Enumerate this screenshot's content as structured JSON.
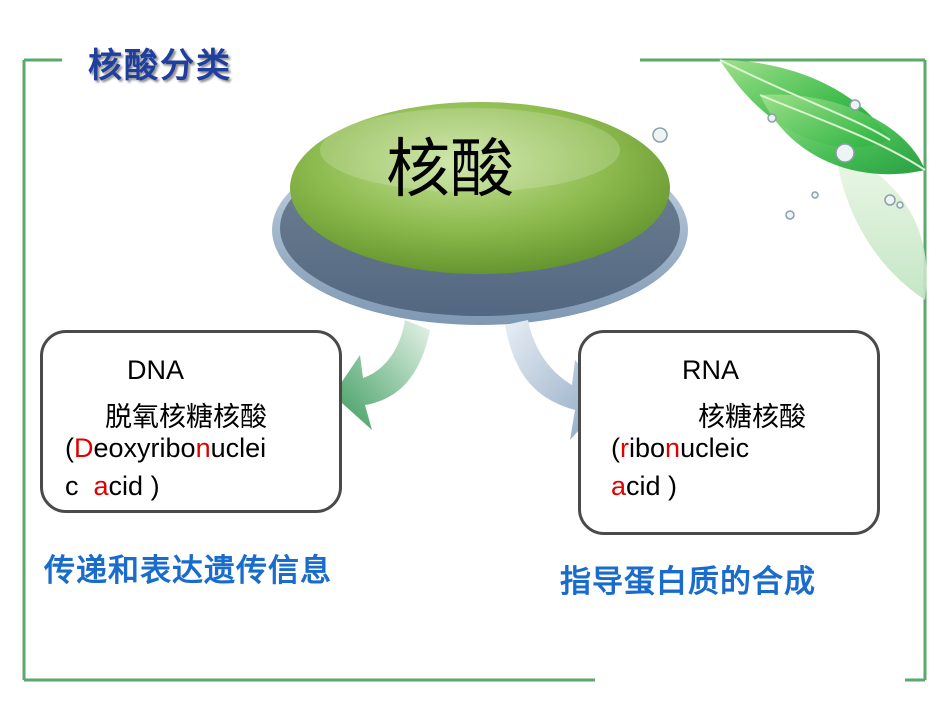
{
  "title": "核酸分类",
  "center": {
    "label": "核酸"
  },
  "dna": {
    "abbr": "DNA",
    "cn_name": "脱氧核糖核酸",
    "en_parts": [
      {
        "t": "(",
        "hl": false
      },
      {
        "t": "D",
        "hl": true
      },
      {
        "t": "eoxyribo",
        "hl": false
      },
      {
        "t": "n",
        "hl": true
      },
      {
        "t": "uclei",
        "hl": false
      }
    ],
    "en_parts2": [
      {
        "t": "c  ",
        "hl": false
      },
      {
        "t": "a",
        "hl": true
      },
      {
        "t": "cid )",
        "hl": false
      }
    ],
    "function": "传递和表达遗传信息"
  },
  "rna": {
    "abbr": "RNA",
    "cn_name": "核糖核酸",
    "en_parts": [
      {
        "t": "(",
        "hl": false
      },
      {
        "t": "r",
        "hl": true
      },
      {
        "t": "ibo",
        "hl": false
      },
      {
        "t": "n",
        "hl": true
      },
      {
        "t": "ucleic",
        "hl": false
      }
    ],
    "en_parts2": [
      {
        "t": "a",
        "hl": true
      },
      {
        "t": "cid )",
        "hl": false
      }
    ],
    "function": "指导蛋白质的合成"
  },
  "colors": {
    "frame": "#5aa96a",
    "title": "#1f3f9f",
    "note": "#1a6ccc",
    "highlight": "#e00000",
    "disc_top": "#8dbb4e",
    "disc_base": "#a9bfd6",
    "arrow_left": "#49a46a",
    "arrow_right": "#9fb6cc"
  },
  "icons": [
    "leaf-decoration",
    "water-droplet"
  ]
}
